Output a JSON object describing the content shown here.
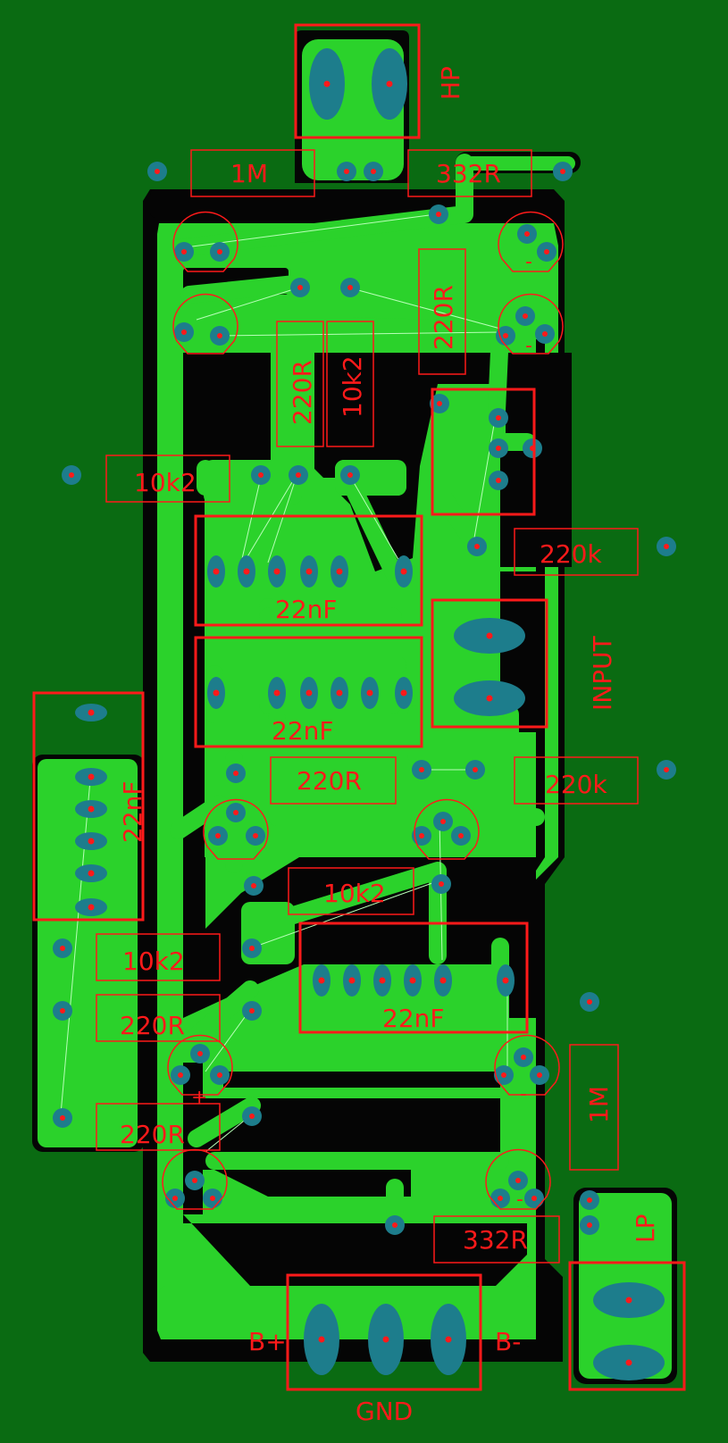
{
  "colors": {
    "board": "#0a6b12",
    "copper": "#2bd22b",
    "void": "#050505",
    "silk": "#ff1a1a",
    "pad": "#1d7d8c",
    "drill": "#ff1a1a",
    "ratsnest": "#b8ffb8"
  },
  "labels": {
    "hp": "HP",
    "r_1m_top": "1M",
    "r_332r_top": "332R",
    "r_220r_a": "220R",
    "r_220r_b": "220R",
    "r_10k2_a": "10k2",
    "r_10k2_b": "10k2",
    "r_220k_a": "220k",
    "r_220k_b": "220k",
    "input": "INPUT",
    "c_22nf_a": "22nF",
    "c_22nf_b": "22nF",
    "c_22nf_c": "22nF",
    "c_22nf_d": "22nF",
    "r_220r_c": "220R",
    "r_10k2_c": "10k2",
    "r_10k2_d": "10k2",
    "r_220r_d": "220R",
    "r_220r_e": "220R",
    "r_1m_right": "1M",
    "r_332r_bottom": "332R",
    "lp": "LP",
    "b_plus": "B+",
    "b_minus": "B-",
    "gnd": "GND",
    "pol_minus_1": "-",
    "pol_minus_2": "-",
    "pol_plus": "+",
    "pol_minus_3": "-",
    "pol_minus_4": "-"
  }
}
